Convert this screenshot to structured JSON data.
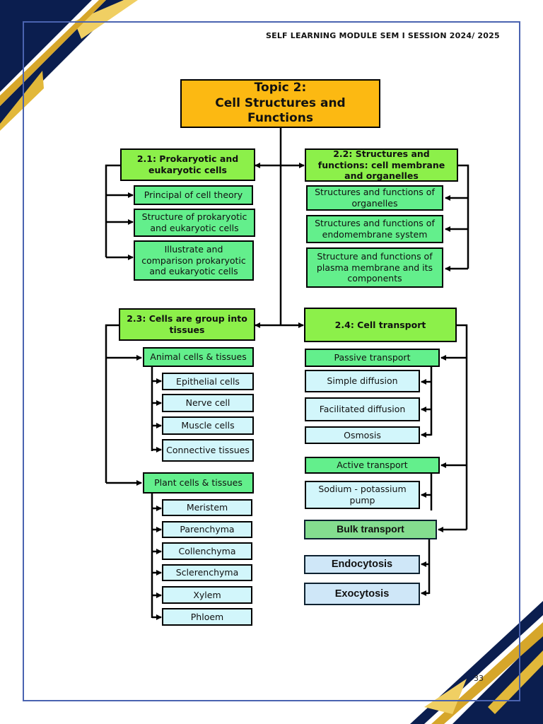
{
  "header": {
    "title": "SELF LEARNING MODULE SEM I SESSION 2024/ 2025"
  },
  "page_number": "33",
  "colors": {
    "topic": "#fcb912",
    "main": "#8cf04a",
    "sub": "#63ef8c",
    "leaf": "#d2f6fb",
    "bulk": "#84dd8f",
    "frame": "#4a63b0",
    "decor_navy": "#0b1e4f",
    "decor_gold": "#e2b83a"
  },
  "topic": {
    "line1": "Topic 2:",
    "line2": "Cell Structures and",
    "line3": "Functions"
  },
  "section_2_1": {
    "title": "2.1: Prokaryotic and eukaryotic cells",
    "items": [
      "Principal of cell theory",
      "Structure of prokaryotic and eukaryotic cells",
      "Illustrate and comparison prokaryotic and eukaryotic cells"
    ]
  },
  "section_2_2": {
    "title": "2.2: Structures and functions: cell membrane and organelles",
    "items": [
      "Structures and functions of organelles",
      "Structures and functions of endomembrane system",
      "Structure and functions of plasma membrane and its components"
    ]
  },
  "section_2_3": {
    "title": "2.3: Cells are group into tissues",
    "animal": {
      "title": "Animal cells & tissues",
      "items": [
        "Epithelial cells",
        "Nerve cell",
        "Muscle cells",
        "Connective tissues"
      ]
    },
    "plant": {
      "title": "Plant cells & tissues",
      "items": [
        "Meristem",
        "Parenchyma",
        "Collenchyma",
        "Sclerenchyma",
        "Xylem",
        "Phloem"
      ]
    }
  },
  "section_2_4": {
    "title": "2.4: Cell transport",
    "passive": {
      "title": "Passive transport",
      "items": [
        "Simple diffusion",
        "Facilitated diffusion",
        "Osmosis"
      ]
    },
    "active": {
      "title": "Active transport",
      "items": [
        "Sodium - potassium pump"
      ]
    },
    "bulk": {
      "title": "Bulk transport",
      "items": [
        "Endocytosis",
        "Exocytosis"
      ]
    }
  }
}
